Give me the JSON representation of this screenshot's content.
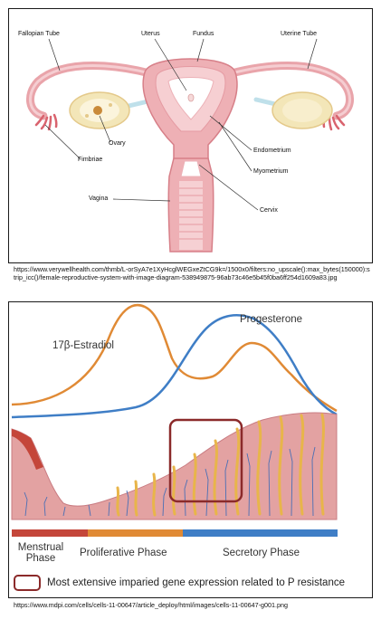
{
  "anatomy": {
    "labels": {
      "fallopian_tube": "Fallopian Tube",
      "uterus": "Uterus",
      "fundus": "Fundus",
      "uterine_tube": "Uterine Tube",
      "ovary": "Ovary",
      "fimbriae": "Fimbriae",
      "endometrium": "Endometrium",
      "myometrium": "Myometrium",
      "vagina": "Vagina",
      "cervix": "Cervix"
    },
    "source_url": "https://www.verywellhealth.com/thmb/L-orSyA7e1XyHcglWEGxeZtCG9k=/1500x0/filters:no_upscale():max_bytes(150000):strip_icc()/female-reproductive-system-with-image-diagram-538949875-96ab73c46e5b45f0ba6ff254d1609a83.jpg"
  },
  "cycle": {
    "hormones": {
      "estradiol": "17β-Estradiol",
      "progesterone": "Progesterone"
    },
    "phases": [
      {
        "name": "Menstrual Phase",
        "line1": "Menstrual",
        "line2": "Phase",
        "color": "#c4463a"
      },
      {
        "name": "Proliferative Phase",
        "color": "#e08a35"
      },
      {
        "name": "Secretory Phase",
        "color": "#3f7ec6"
      }
    ],
    "legend": "Most extensive imparied gene expression related to P resistance",
    "colors": {
      "estradiol": "#e08a35",
      "progesterone": "#3f7ec6",
      "highlight_box": "#8b2a2a",
      "tissue": "#e3a2a2"
    },
    "source_url": "https://www.mdpi.com/cells/cells-11-00647/article_deploy/html/images/cells-11-00647-g001.png"
  }
}
